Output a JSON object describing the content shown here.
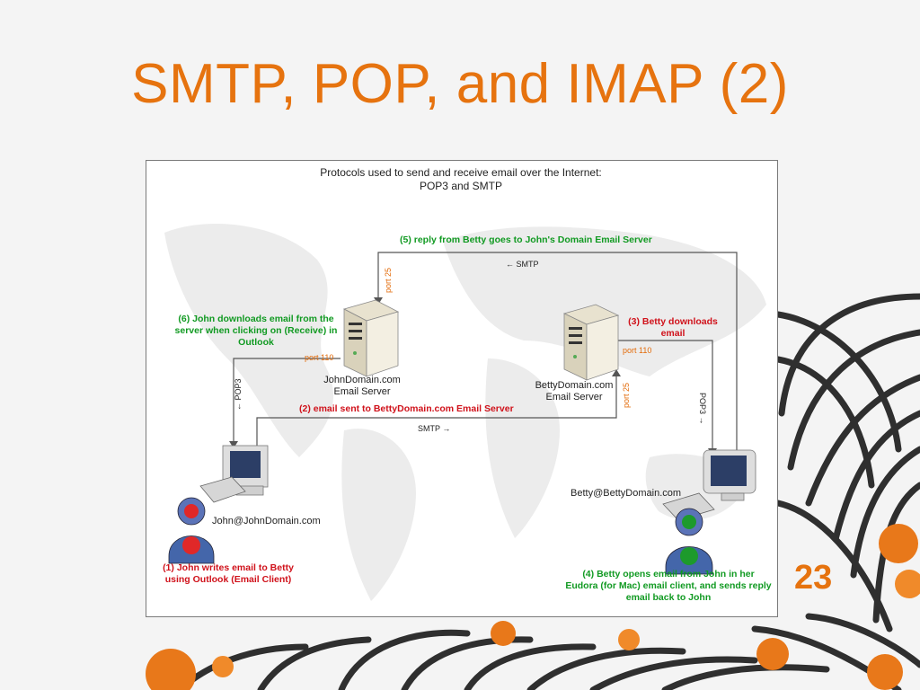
{
  "slide": {
    "title": "SMTP, POP, and IMAP (2)",
    "number": "23"
  },
  "figure": {
    "title_line1": "Protocols used to send and receive email over the Internet:",
    "title_line2": "POP3 and SMTP",
    "step5": "(5) reply from Betty goes to John's Domain Email Server",
    "smtp_top": "← SMTP",
    "port25_john": "port 25",
    "step6": "(6) John downloads email from the server when clicking on (Receive) in Outlook",
    "port110_john": "port 110",
    "john_server_line1": "JohnDomain.com",
    "john_server_line2": "Email Server",
    "pop3_left": "← POP3",
    "step2": "(2) email sent to BettyDomain.com Email Server",
    "smtp_bottom": "SMTP →",
    "step3": "(3) Betty downloads email",
    "port110_betty": "port 110",
    "betty_server_line1": "BettyDomain.com",
    "betty_server_line2": "Email Server",
    "port25_betty": "port 25",
    "pop3_right": "POP3 →",
    "john_email": "John@JohnDomain.com",
    "betty_email": "Betty@BettyDomain.com",
    "step1": "(1) John writes email to Betty using Outlook (Email Client)",
    "step4": "(4) Betty opens email from John in her Eudora (for Mac) email client, and sends reply email back to John"
  },
  "colors": {
    "title": "#e6730f",
    "green_label": "#119a22",
    "red_label": "#d0121b",
    "port_label": "#e36b0a",
    "arrow": "#555555"
  },
  "icons": [
    "server-icon",
    "computer-icon",
    "person-icon",
    "cable-decoration",
    "orange-ball-decoration"
  ]
}
